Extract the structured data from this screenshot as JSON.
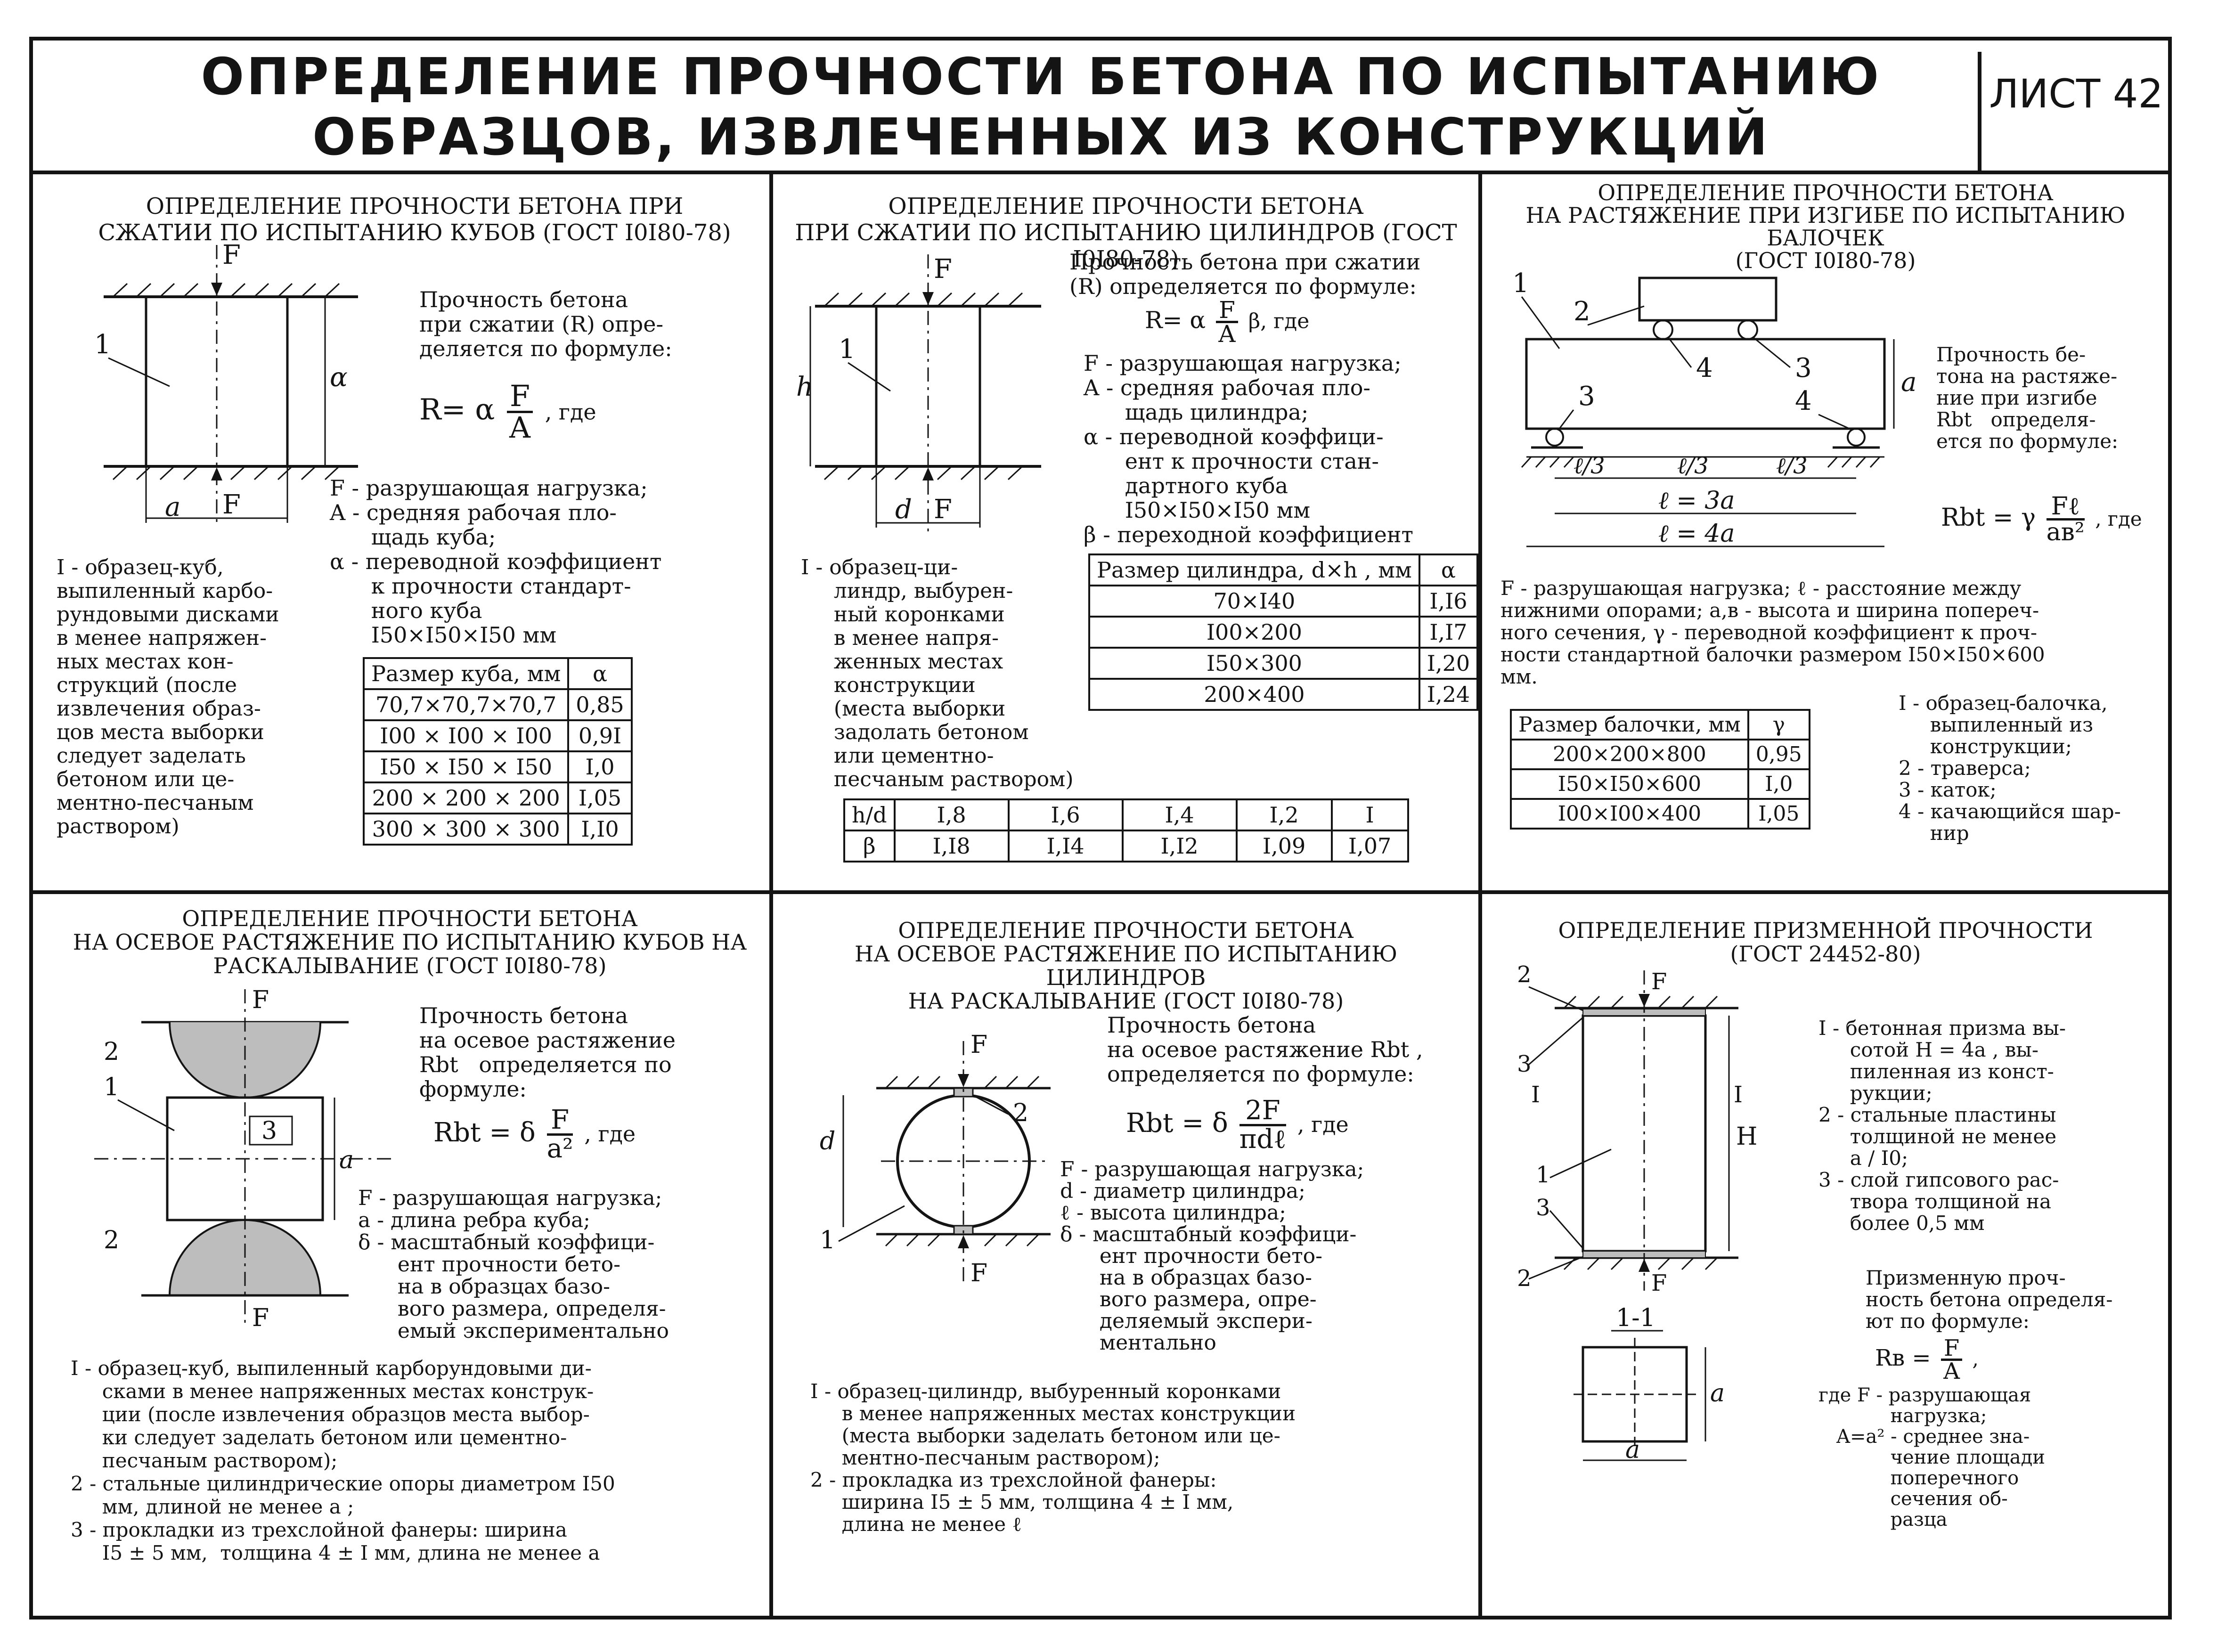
{
  "header": {
    "title_line1": "ОПРЕДЕЛЕНИЕ ПРОЧНОСТИ БЕТОНА ПО ИСПЫТАНИЮ",
    "title_line2": "ОБРАЗЦОВ, ИЗВЛЕЧЕННЫХ ИЗ КОНСТРУКЦИЙ",
    "sheet_label": "ЛИСТ 42"
  },
  "p1": {
    "title1": "ОПРЕДЕЛЕНИЕ ПРОЧНОСТИ БЕТОНА ПРИ",
    "title2": "СЖАТИИ ПО ИСПЫТАНИЮ КУБОВ (ГОСТ I0I80-78)",
    "intro": "Прочность бетона\nпри сжатии (R) опре-\nделяется по формуле:",
    "formula_lhs": "R= α",
    "formula_num": "F",
    "formula_den": "A",
    "formula_tail": ", где",
    "defs": "F - разрушающая нагрузка;\nA - средняя рабочая пло-\n      щадь куба;\nα - переводной коэффициент\n      к прочности стандарт-\n      ного куба\n      I50×I50×I50 мм",
    "note": "I - образец-куб,\nвыпиленный карбо-\nрундовыми дисками\nв менее напряжен-\nных местах кон-\nструкций (после\nизвлечения образ-\nцов места выборки\nследует заделать\nбетоном или це-\nментно-песчаным\nраствором)",
    "table_head": [
      "Размер куба, мм",
      "α"
    ],
    "table_rows": [
      [
        "70,7×70,7×70,7",
        "0,85"
      ],
      [
        "I00 × I00 × I00",
        "0,9I"
      ],
      [
        "I50 × I50 × I50",
        "I,0"
      ],
      [
        "200 × 200 × 200",
        "I,05"
      ],
      [
        "300 × 300 × 300",
        "I,I0"
      ]
    ],
    "lbl_F": "F",
    "lbl_a": "a",
    "lbl_alpha": "α",
    "lbl_1": "1"
  },
  "p2": {
    "title1": "ОПРЕДЕЛЕНИЕ ПРОЧНОСТИ БЕТОНА",
    "title2": "ПРИ СЖАТИИ ПО ИСПЫТАНИЮ ЦИЛИНДРОВ (ГОСТ I0I80-78)",
    "intro": "Прочность бетона при сжатии\n(R) определяется по формуле:",
    "formula_lhs": "R= α",
    "formula_num": "F",
    "formula_den": "A",
    "formula_tail": "β, где",
    "defs": "F - разрушающая нагрузка;\nA - средняя рабочая пло-\n      щадь цилиндра;\nα - переводной коэффици-\n      ент к прочности стан-\n      дартного куба\n      I50×I50×I50 мм\nβ - переходной коэффициент",
    "note": "I - образец-ци-\n     линдр, выбурен-\n     ный коронками\n     в менее напря-\n     женных местах\n     конструкции\n     (места выборки\n     задолать бетоном\n     или цементно-\n     песчаным раствором)",
    "table_head": [
      "Размер цилиндра, d×h , мм",
      "α"
    ],
    "table_rows": [
      [
        "70×I40",
        "I,I6"
      ],
      [
        "I00×200",
        "I,I7"
      ],
      [
        "I50×300",
        "I,20"
      ],
      [
        "200×400",
        "I,24"
      ]
    ],
    "beta_head": "h/d",
    "beta_hvals": [
      "I,8",
      "I,6",
      "I,4",
      "I,2",
      "I"
    ],
    "beta_label": "β",
    "beta_vals": [
      "I,I8",
      "I,I4",
      "I,I2",
      "I,09",
      "I,07"
    ],
    "lbl_F": "F",
    "lbl_h": "h",
    "lbl_d": "d",
    "lbl_1": "1"
  },
  "p3": {
    "title1": "ОПРЕДЕЛЕНИЕ ПРОЧНОСТИ БЕТОНА",
    "title2": "НА РАСТЯЖЕНИЕ ПРИ ИЗГИБЕ ПО ИСПЫТАНИЮ БАЛОЧЕК",
    "title3": "(ГОСТ I0I80-78)",
    "intro": "Прочность бе-\nтона на растяже-\nние при изгибе\nRbt   определя-\nется по формуле:",
    "formula_lhs": "Rbt = γ",
    "formula_num": "Fℓ",
    "formula_den": "aв²",
    "formula_tail": ", где",
    "defs": "F - разрушающая нагрузка; ℓ - расстояние между\nнижними опорами; a,в - высота и ширина попереч-\nного сечения, γ - переводной коэффициент к проч-\nности стандартной балочки размером I50×I50×600\nмм.",
    "table_head": [
      "Размер балочки, мм",
      "γ"
    ],
    "table_rows": [
      [
        "200×200×800",
        "0,95"
      ],
      [
        "I50×I50×600",
        "I,0"
      ],
      [
        "I00×I00×400",
        "I,05"
      ]
    ],
    "legend": "I - образец-балочка,\n     выпиленный из\n     конструкции;\n2 - траверса;\n3 - каток;\n4 - качающийся шар-\n     нир",
    "lbl_l3": "ℓ/3",
    "lbl_l3a": "ℓ = 3a",
    "lbl_l4a": "ℓ = 4a",
    "lbl_a": "a",
    "lbl_1": "1",
    "lbl_2": "2",
    "lbl_3": "3",
    "lbl_4": "4"
  },
  "p4": {
    "title1": "ОПРЕДЕЛЕНИЕ ПРОЧНОСТИ БЕТОНА",
    "title2": "НА ОСЕВОЕ РАСТЯЖЕНИЕ ПО ИСПЫТАНИЮ КУБОВ НА",
    "title3": "РАСКАЛЫВАНИЕ (ГОСТ I0I80-78)",
    "intro": "Прочность бетона\nна осевое растяжение\nRbt   определяется по\nформуле:",
    "formula_lhs": "Rbt = δ",
    "formula_num": "F",
    "formula_den": "a²",
    "formula_tail": ", где",
    "defs": "F - разрушающая нагрузка;\na - длина ребра куба;\nδ - масштабный коэффици-\n      ент прочности бето-\n      на в образцах базо-\n      вого размера, определя-\n      емый экспериментально",
    "notes": "I - образец-куб, выпиленный карборундовыми ди-\n     сками в менее напряженных местах конструк-\n     ции (после извлечения образцов места выбор-\n     ки следует заделать бетоном или цементно-\n     песчаным раствором);\n2 - стальные цилиндрические опоры диаметром I50\n     мм, длиной не менее a ;\n3 - прокладки из трехслойной фанеры: ширина\n     I5 ± 5 мм,  толщина 4 ± I мм, длина не менее a",
    "lbl_F": "F",
    "lbl_a": "a",
    "lbl_1": "1",
    "lbl_2": "2",
    "lbl_3": "3"
  },
  "p5": {
    "title1": "ОПРЕДЕЛЕНИЕ ПРОЧНОСТИ БЕТОНА",
    "title2": "НА ОСЕВОЕ РАСТЯЖЕНИЕ ПО ИСПЫТАНИЮ ЦИЛИНДРОВ",
    "title3": "НА РАСКАЛЫВАНИЕ (ГОСТ I0I80-78)",
    "intro": "Прочность бетона\nна осевое растяжение Rbt ,\nопределяется по формуле:",
    "formula_lhs": "Rbt = δ",
    "formula_num": "2F",
    "formula_den": "πdℓ",
    "formula_tail": ", где",
    "defs": "F - разрушающая нагрузка;\nd - диаметр цилиндра;\nℓ - высота цилиндра;\nδ - масштабный коэффици-\n      ент прочности бето-\n      на в образцах базо-\n      вого размера, опре-\n      деляемый экспери-\n      ментально",
    "notes": "I - образец-цилиндр, выбуренный коронками\n     в менее напряженных местах конструкции\n     (места выборки заделать бетоном или це-\n     ментно-песчаным раствором);\n2 - прокладка из трехслойной фанеры:\n     ширина I5 ± 5 мм, толщина 4 ± I мм,\n     длина не менее ℓ",
    "lbl_F": "F",
    "lbl_d": "d",
    "lbl_1": "1",
    "lbl_2": "2"
  },
  "p6": {
    "title1": "ОПРЕДЕЛЕНИЕ ПРИЗМЕННОЙ ПРОЧНОСТИ",
    "title2": "(ГОСТ 24452-80)",
    "legend": "I - бетонная призма вы-\n     сотой H = 4a , вы-\n     пиленная из конст-\n     рукции;\n2 - стальные пластины\n     толщиной не менее\n     a / I0;\n3 - слой гипсового рас-\n     твора толщиной на\n     более 0,5 мм",
    "intro": "Призменную проч-\nность бетона определя-\nют по формуле:",
    "formula_lhs": "Rв =",
    "formula_num": "F",
    "formula_den": "A",
    "formula_tail": ",",
    "defs": "где F - разрушающая\n            нагрузка;\n   A=a² - среднее зна-\n            чение площади\n            поперечного\n            сечения об-\n            разца",
    "lbl_F": "F",
    "lbl_H": "H",
    "lbl_a": "a",
    "lbl_1": "1",
    "lbl_2": "2",
    "lbl_3": "3",
    "lbl_sec": "1-1",
    "lbl_I": "I"
  }
}
